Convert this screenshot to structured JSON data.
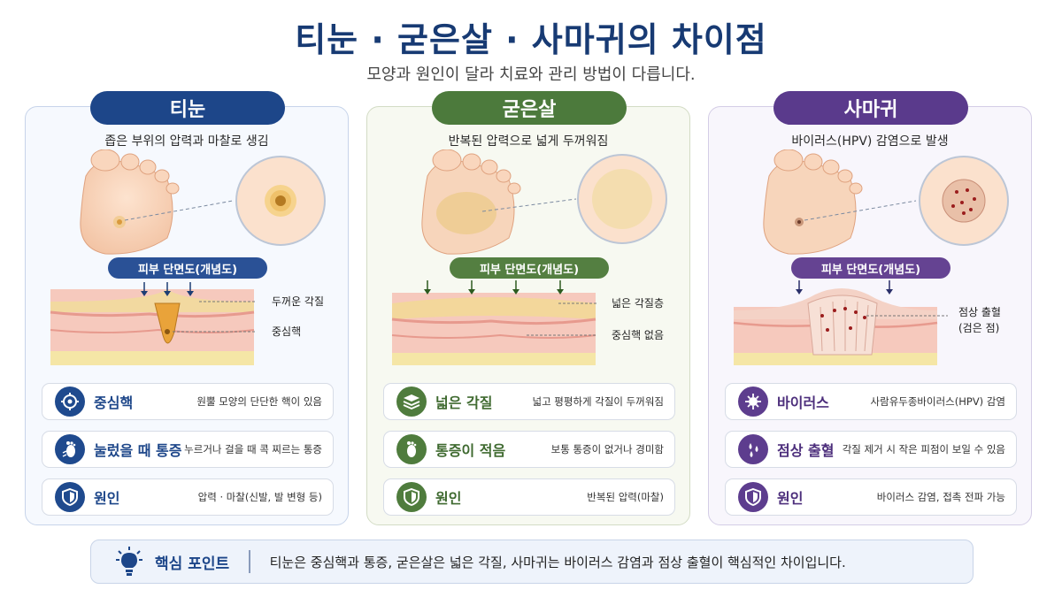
{
  "title": "티눈 · 굳은살 · 사마귀의 차이점",
  "subtitle": "모양과 원인이 달라 치료와 관리 방법이 다릅니다.",
  "colors": {
    "corn": "#1d4689",
    "callus": "#4c7a3c",
    "wart": "#5a3a8c",
    "title": "#173a73"
  },
  "panels": [
    {
      "name": "티눈",
      "description": "좁은 부위의 압력과 마찰로 생김",
      "section_label": "피부 단면도(개념도)",
      "annotations": [
        "두꺼운 각질",
        "중심핵"
      ],
      "cards": [
        {
          "icon": "target-icon",
          "title": "중심핵",
          "desc": "원뿔 모양의 단단한 핵이 있음"
        },
        {
          "icon": "foot-pain-icon",
          "title": "눌렀을 때 통증",
          "desc": "누르거나 걸을 때 콕 찌르는 통증"
        },
        {
          "icon": "shield-icon",
          "title": "원인",
          "desc": "압력 · 마찰(신발, 발 변형 등)"
        }
      ]
    },
    {
      "name": "굳은살",
      "description": "반복된 압력으로 넓게 두꺼워짐",
      "section_label": "피부 단면도(개념도)",
      "annotations": [
        "넓은 각질층",
        "중심핵 없음"
      ],
      "cards": [
        {
          "icon": "layers-icon",
          "title": "넓은 각질",
          "desc": "넓고 평평하게 각질이 두꺼워짐"
        },
        {
          "icon": "foot-icon",
          "title": "통증이 적음",
          "desc": "보통 통증이 없거나 경미함"
        },
        {
          "icon": "shield-icon",
          "title": "원인",
          "desc": "반복된 압력(마찰)"
        }
      ]
    },
    {
      "name": "사마귀",
      "description": "바이러스(HPV) 감염으로 발생",
      "section_label": "피부 단면도(개념도)",
      "annotations": [
        "점상 출혈",
        "(검은 점)"
      ],
      "cards": [
        {
          "icon": "virus-icon",
          "title": "바이러스",
          "desc": "사람유두종바이러스(HPV) 감염"
        },
        {
          "icon": "blood-drops-icon",
          "title": "점상 출혈",
          "desc": "각질 제거 시 작은 피점이 보일 수 있음"
        },
        {
          "icon": "shield-icon",
          "title": "원인",
          "desc": "바이러스 감염, 접촉 전파 가능"
        }
      ]
    }
  ],
  "key_point": {
    "icon": "lightbulb-icon",
    "title": "핵심 포인트",
    "text": "티눈은 중심핵과 통증, 굳은살은 넓은 각질, 사마귀는 바이러스 감염과 점상 출혈이 핵심적인 차이입니다."
  }
}
